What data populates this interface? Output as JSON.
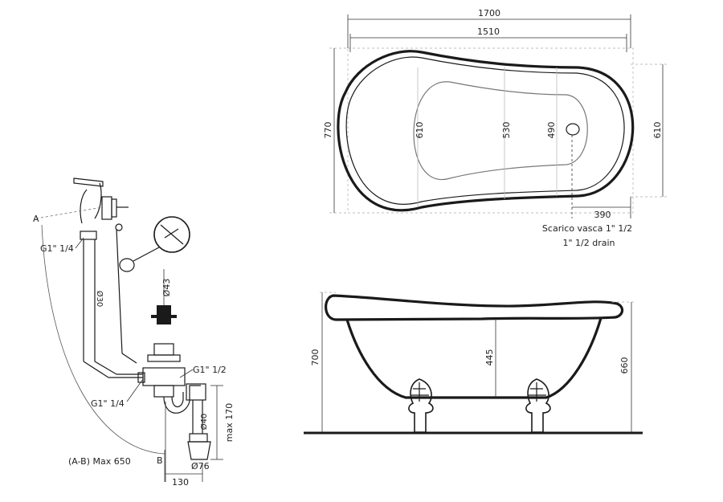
{
  "top_view": {
    "length": "1700",
    "inner_length": "1510",
    "width": "770",
    "width_right": "610",
    "inner_width_left": "610",
    "inner_width_mid": "530",
    "inner_width_right": "490",
    "drain_offset": "390",
    "drain_label_it": "Scarico vasca 1\" 1/2",
    "drain_label_en": "1\" 1/2  drain"
  },
  "side_view": {
    "height": "700",
    "inner_depth": "445",
    "rim_height": "660"
  },
  "drain_kit": {
    "point_a": "A",
    "point_b": "B",
    "thread_upper": "G1\" 1/4",
    "thread_lower": "G1\" 1/4",
    "thread_waste": "G1\" 1/2",
    "pipe_dia": "Ø30",
    "plug_dia": "Ø43",
    "trap_pipe_dia": "Ø40",
    "outlet_dia": "Ø76",
    "trap_height": "max 170",
    "offset": "130",
    "ab_note": "(A-B) Max 650"
  }
}
